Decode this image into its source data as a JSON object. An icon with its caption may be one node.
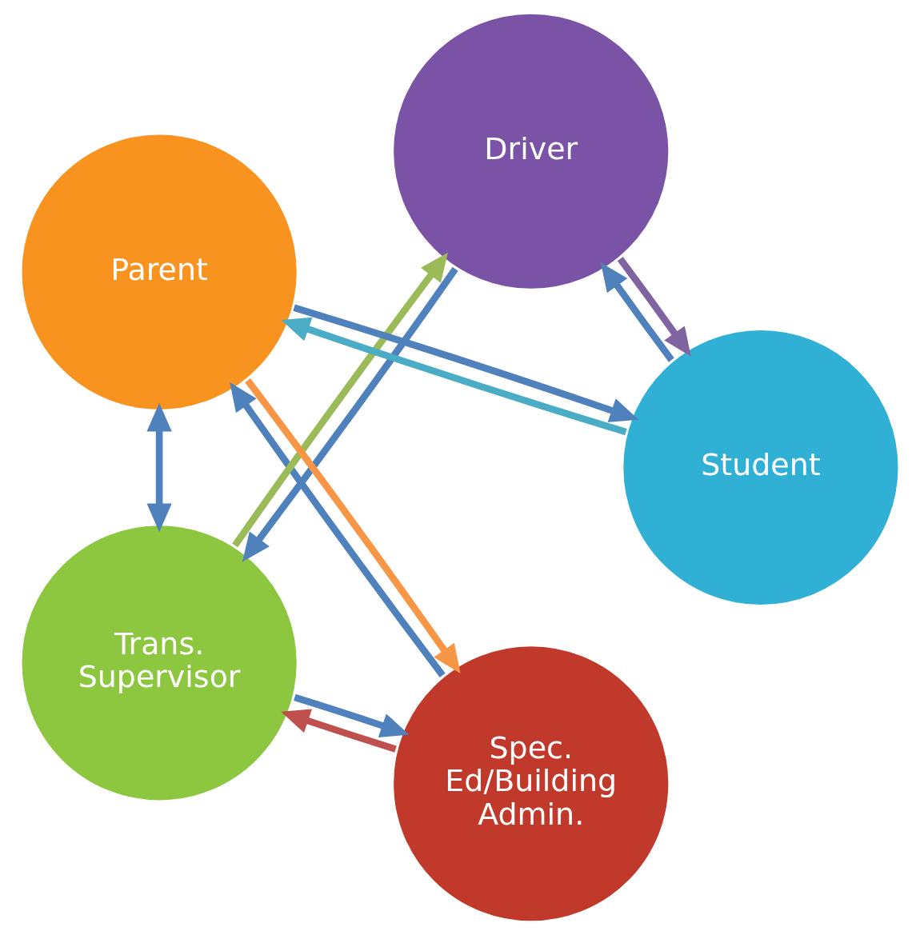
{
  "diagram": {
    "nodes": [
      {
        "text": [
          "Spec. Ed/Building Admin."
        ]
      },
      {
        "text": [
          "Trans. Supervisor"
        ]
      },
      {
        "text": [
          "Driver"
        ]
      },
      {
        "text": [
          "Student"
        ]
      },
      {
        "text": [
          "Parent"
        ]
      }
    ],
    "edges": [
      {
        "from": 0,
        "to": 1,
        "arrow": "to",
        "color": "#c0504d"
      },
      {
        "from": 1,
        "to": 0,
        "arrow": "to"
      },
      {
        "from": 1,
        "to": 2,
        "arrow": "to",
        "color": "#9bbb59"
      },
      {
        "from": 2,
        "to": 1,
        "arrow": "to"
      },
      {
        "from": 2,
        "to": 3,
        "arrow": "to",
        "color": "#8064a2"
      },
      {
        "from": 3,
        "to": 2,
        "arrow": "to"
      },
      {
        "from": 3,
        "to": 4,
        "arrow": "to",
        "color": "#4bacc6"
      },
      {
        "from": 4,
        "to": 3,
        "arrow": "to"
      },
      {
        "from": 4,
        "to": 0,
        "arrow": "to",
        "color": "#f79646"
      },
      {
        "from": 0,
        "to": 4,
        "arrow": "to"
      },
      {
        "from": 4,
        "to": 1,
        "arrow": "both"
      }
    ]
  }
}
